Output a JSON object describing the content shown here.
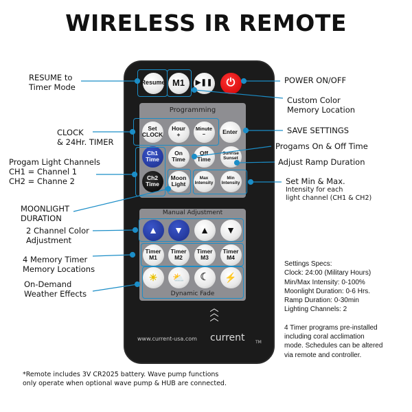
{
  "title": "WIRELESS IR REMOTE",
  "remote": {
    "top": {
      "resume": "Resume",
      "m1": "M1",
      "play": "▶❚❚",
      "power": "⏻"
    },
    "programming": {
      "title": "Programming",
      "set": "Set\nCLOCK",
      "hour": "Hour\n+",
      "minute": "Minute\n−",
      "enter": "Enter",
      "ch1": "Ch1\nTime",
      "on": "On\nTime",
      "off": "Off\nTime",
      "sunrise": "Sunrise\nSunset",
      "ch2": "Ch2\nTime",
      "moon": "Moon\nLight",
      "max": "Max\nIntensity",
      "min": "Min\nIntensity"
    },
    "manual": {
      "title": "Manual Adjustment",
      "arrows": [
        "▲",
        "▼",
        "▲",
        "▼"
      ]
    },
    "timers": [
      "Timer\nM1",
      "Timer\nM2",
      "Timer\nM3",
      "Timer\nM4"
    ],
    "weather_title": "Dynamic Fade",
    "url": "www.current-usa.com",
    "brand": "current",
    "tm": "TM"
  },
  "labels_left": {
    "resume": [
      "RESUME to",
      "Timer Mode"
    ],
    "clock": [
      "CLOCK",
      "& 24Hr. TIMER"
    ],
    "channels": [
      "Progam Light Channels",
      "CH1 = Channel 1",
      "CH2 = Channe 2"
    ],
    "moonlight": [
      "MOONLIGHT",
      "DURATION"
    ],
    "color": [
      "2 Channel Color",
      "Adjustment"
    ],
    "timer": [
      "4 Memory Timer",
      "Memory Locations"
    ],
    "weather": [
      "On-Demand",
      "Weather Effects"
    ]
  },
  "labels_right": {
    "power": "POWER ON/OFF",
    "custom": [
      "Custom Color",
      "Memory Location"
    ],
    "save": "SAVE SETTINGS",
    "onoff": "Progams On & Off Time",
    "ramp": "Adjust Ramp Duration",
    "minmax": "Set Min & Max.",
    "minmax_sub": [
      "Intensity for each",
      "light channel (CH1 & CH2)"
    ]
  },
  "specs": [
    "Settings Specs:",
    "Clock: 24:00 (Military Hours)",
    "Min/Max Intensity: 0-100%",
    "Moonlight Duration: 0-6 Hrs.",
    "Ramp Duration: 0-30min",
    "Lighting Channels: 2",
    "",
    "4 Timer programs pre-installed",
    "including coral acclimation",
    "mode. Schedules can be altered",
    "via remote and controller."
  ],
  "footnote": [
    "*Remote includes 3V CR2025 battery. Wave pump functions",
    "only operate when  optional wave pump & HUB are connected."
  ],
  "colors": {
    "accent": "#1b8dc7",
    "remote": "#1b1b1b",
    "panel": "#8e8e92"
  }
}
